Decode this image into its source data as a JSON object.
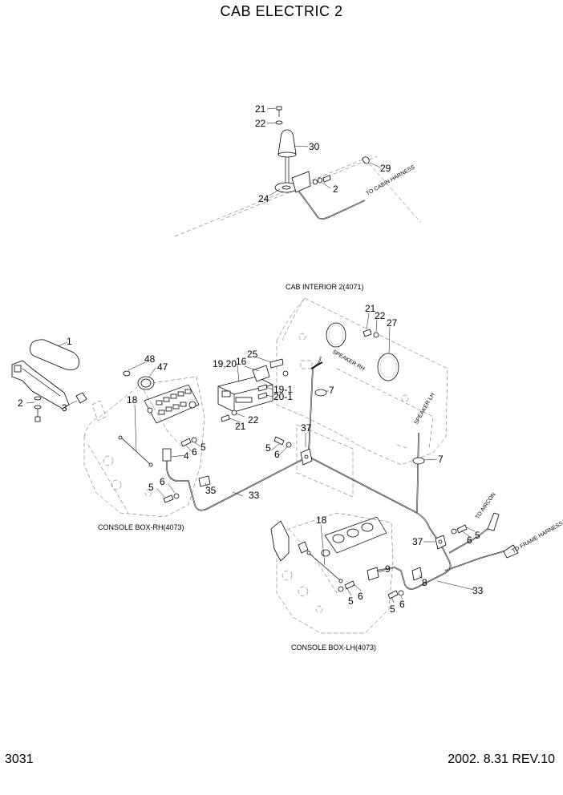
{
  "header": {
    "title": "CAB ELECTRIC 2"
  },
  "footer": {
    "page_number": "3031",
    "revision": "2002. 8.31 REV.10"
  },
  "captions": {
    "cab_interior": "CAB INTERIOR 2(4071)",
    "console_rh": "CONSOLE BOX-RH(4073)",
    "console_lh": "CONSOLE BOX-LH(4073)"
  },
  "notes": {
    "to_cabin_harness": "TO CABIN HARNESS",
    "speaker_rh": "SPEAKER RH",
    "speaker_lh": "SPEAKER LH",
    "to_aircon": "TO AIRCON",
    "to_frame_harness": "TO FRAME HARNESS"
  },
  "callouts": {
    "top_21": "21",
    "top_22": "22",
    "top_30": "30",
    "top_29": "29",
    "top_2": "2",
    "top_24": "24",
    "c1": "1",
    "c2": "2",
    "c3": "3",
    "c48": "48",
    "c47": "47",
    "c18a": "18",
    "c19_20": "19,20",
    "c16": "16",
    "c25": "25",
    "c19_1": "19-1",
    "c20_1": "20-1",
    "c21b": "21",
    "c22b": "22",
    "c21c": "21",
    "c22c": "22",
    "c27": "27",
    "c7a": "7",
    "c7b": "7",
    "c37a": "37",
    "c37b": "37",
    "c5a": "5",
    "c6a": "6",
    "c4": "4",
    "c5b": "5",
    "c6b": "6",
    "c35": "35",
    "c33a": "33",
    "c33b": "33",
    "c18b": "18",
    "c9": "9",
    "c8": "8",
    "c5c": "5",
    "c6c": "6",
    "c5d": "5",
    "c6d": "6",
    "c5e": "5",
    "c6e": "6",
    "c5f": "5",
    "c6f": "6"
  }
}
